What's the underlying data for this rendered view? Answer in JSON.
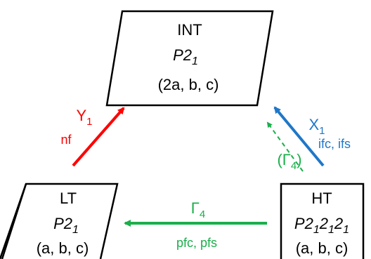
{
  "colors": {
    "box_stroke": "#000000",
    "red": "#ff0000",
    "blue": "#1f77c8",
    "green": "#1aaf4b"
  },
  "boxes": {
    "int": {
      "name": "INT",
      "group": {
        "base": "P2",
        "sub": "1"
      },
      "cell": "(2a, b, c)"
    },
    "lt": {
      "name": "LT",
      "group": {
        "base": "P2",
        "sub": "1"
      },
      "cell": "(a, b, c)"
    },
    "ht": {
      "name": "HT",
      "group": {
        "p1": "P2",
        "s1": "1",
        "p2": "2",
        "s2": "1",
        "p3": "2",
        "s3": "1"
      },
      "cell": "(a, b, c)"
    }
  },
  "arrows": {
    "lt_to_int": {
      "symbol": "Y",
      "sub": "1",
      "condition": "nf"
    },
    "ht_to_int": {
      "symbol": "X",
      "sub": "1",
      "condition": "ifc, ifs"
    },
    "ht_to_int_dashed": {
      "symbol": "(Γ",
      "sub": "4",
      "close": ")"
    },
    "ht_to_lt": {
      "symbol": "Γ",
      "sub": "4",
      "condition": "pfc, pfs"
    }
  }
}
